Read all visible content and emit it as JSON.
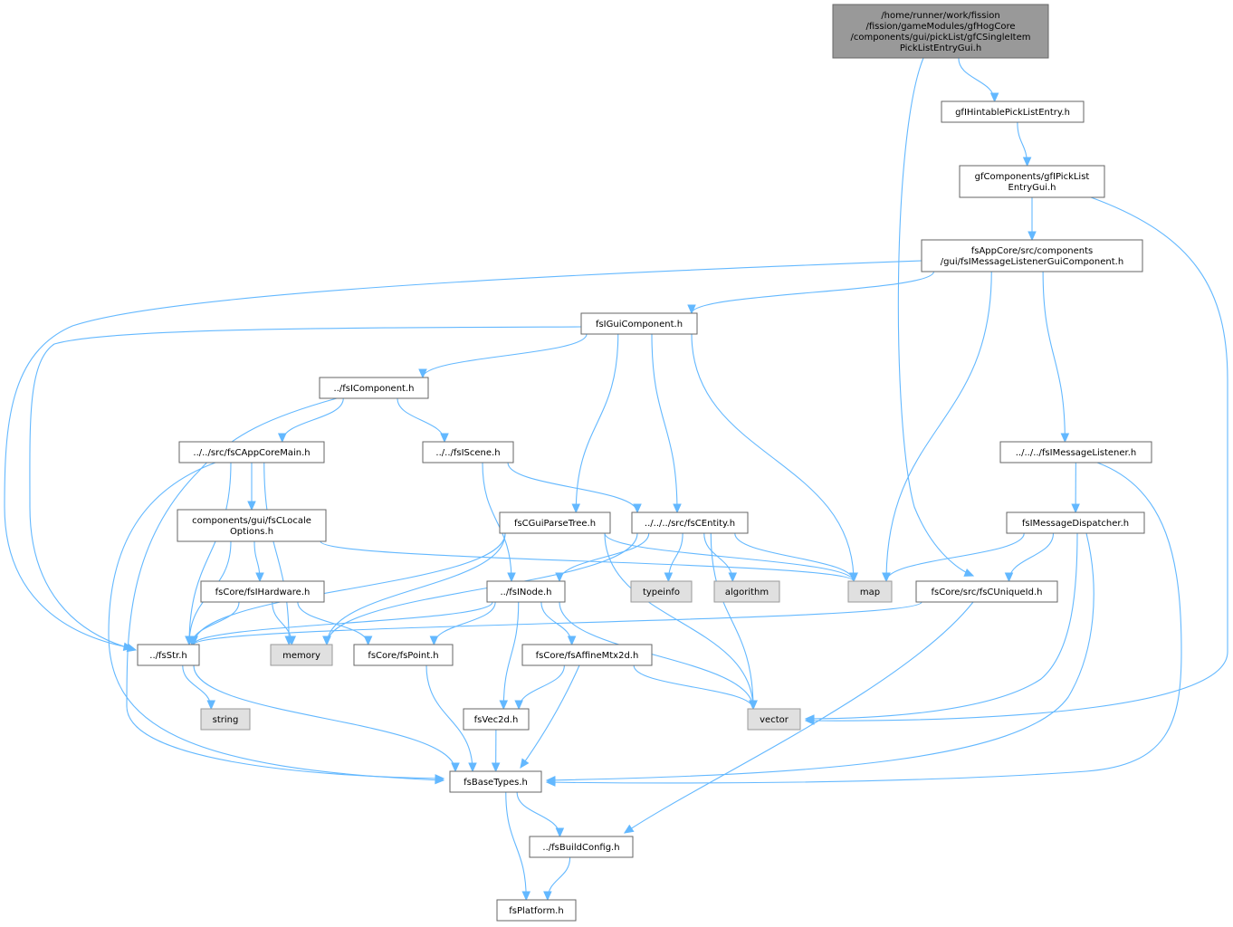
{
  "nodes": [
    {
      "id": "root",
      "lines": [
        "/home/runner/work/fission",
        "/fission/gameModules/gfHogCore",
        "/components/gui/pickList/gfCSingleItem",
        "PickListEntryGui.h"
      ],
      "kind": "root"
    },
    {
      "id": "hintable",
      "lines": [
        "gfIHintablePickListEntry.h"
      ],
      "kind": "file"
    },
    {
      "id": "picklistgui",
      "lines": [
        "gfComponents/gfIPickList",
        "EntryGui.h"
      ],
      "kind": "file"
    },
    {
      "id": "msglistenergui",
      "lines": [
        "fsAppCore/src/components",
        "/gui/fsIMessageListenerGuiComponent.h"
      ],
      "kind": "file"
    },
    {
      "id": "guicomponent",
      "lines": [
        "fsIGuiComponent.h"
      ],
      "kind": "file"
    },
    {
      "id": "icomponent",
      "lines": [
        "../fsIComponent.h"
      ],
      "kind": "file"
    },
    {
      "id": "appcoremain",
      "lines": [
        "../../src/fsCAppCoreMain.h"
      ],
      "kind": "file"
    },
    {
      "id": "iscene",
      "lines": [
        "../../fsIScene.h"
      ],
      "kind": "file"
    },
    {
      "id": "msglistener",
      "lines": [
        "../../../fsIMessageListener.h"
      ],
      "kind": "file"
    },
    {
      "id": "localeoptions",
      "lines": [
        "components/gui/fsCLocale",
        "Options.h"
      ],
      "kind": "file"
    },
    {
      "id": "parsetree",
      "lines": [
        "fsCGuiParseTree.h"
      ],
      "kind": "file"
    },
    {
      "id": "centity",
      "lines": [
        "../../../src/fsCEntity.h"
      ],
      "kind": "file"
    },
    {
      "id": "dispatcher",
      "lines": [
        "fsIMessageDispatcher.h"
      ],
      "kind": "file"
    },
    {
      "id": "hardware",
      "lines": [
        "fsCore/fsIHardware.h"
      ],
      "kind": "file"
    },
    {
      "id": "inode",
      "lines": [
        "../fsINode.h"
      ],
      "kind": "file"
    },
    {
      "id": "typeinfo",
      "lines": [
        "typeinfo"
      ],
      "kind": "sys"
    },
    {
      "id": "algorithm",
      "lines": [
        "algorithm"
      ],
      "kind": "sys"
    },
    {
      "id": "map",
      "lines": [
        "map"
      ],
      "kind": "sys"
    },
    {
      "id": "uniqueid",
      "lines": [
        "fsCore/src/fsCUniqueId.h"
      ],
      "kind": "file"
    },
    {
      "id": "fsstr",
      "lines": [
        "../fsStr.h"
      ],
      "kind": "file"
    },
    {
      "id": "memory",
      "lines": [
        "memory"
      ],
      "kind": "sys"
    },
    {
      "id": "point",
      "lines": [
        "fsCore/fsPoint.h"
      ],
      "kind": "file"
    },
    {
      "id": "affine",
      "lines": [
        "fsCore/fsAffineMtx2d.h"
      ],
      "kind": "file"
    },
    {
      "id": "string",
      "lines": [
        "string"
      ],
      "kind": "sys"
    },
    {
      "id": "vec2d",
      "lines": [
        "fsVec2d.h"
      ],
      "kind": "file"
    },
    {
      "id": "vector",
      "lines": [
        "vector"
      ],
      "kind": "sys"
    },
    {
      "id": "basetypes",
      "lines": [
        "fsBaseTypes.h"
      ],
      "kind": "file"
    },
    {
      "id": "buildconfig",
      "lines": [
        "../fsBuildConfig.h"
      ],
      "kind": "file"
    },
    {
      "id": "platform",
      "lines": [
        "fsPlatform.h"
      ],
      "kind": "file"
    }
  ],
  "edges": [
    [
      "root",
      "hintable"
    ],
    [
      "root",
      "uniqueid"
    ],
    [
      "hintable",
      "picklistgui"
    ],
    [
      "picklistgui",
      "msglistenergui"
    ],
    [
      "picklistgui",
      "vector"
    ],
    [
      "msglistenergui",
      "guicomponent"
    ],
    [
      "msglistenergui",
      "msglistener"
    ],
    [
      "msglistenergui",
      "map"
    ],
    [
      "msglistenergui",
      "fsstr"
    ],
    [
      "guicomponent",
      "icomponent"
    ],
    [
      "guicomponent",
      "parsetree"
    ],
    [
      "guicomponent",
      "centity"
    ],
    [
      "guicomponent",
      "map"
    ],
    [
      "guicomponent",
      "fsstr"
    ],
    [
      "icomponent",
      "appcoremain"
    ],
    [
      "icomponent",
      "iscene"
    ],
    [
      "icomponent",
      "basetypes"
    ],
    [
      "appcoremain",
      "localeoptions"
    ],
    [
      "appcoremain",
      "memory"
    ],
    [
      "appcoremain",
      "fsstr"
    ],
    [
      "appcoremain",
      "basetypes"
    ],
    [
      "iscene",
      "centity"
    ],
    [
      "iscene",
      "inode"
    ],
    [
      "localeoptions",
      "hardware"
    ],
    [
      "localeoptions",
      "fsstr"
    ],
    [
      "localeoptions",
      "map"
    ],
    [
      "parsetree",
      "fsstr"
    ],
    [
      "parsetree",
      "memory"
    ],
    [
      "parsetree",
      "map"
    ],
    [
      "parsetree",
      "vector"
    ],
    [
      "centity",
      "inode"
    ],
    [
      "centity",
      "typeinfo"
    ],
    [
      "centity",
      "algorithm"
    ],
    [
      "centity",
      "map"
    ],
    [
      "centity",
      "memory"
    ],
    [
      "centity",
      "vector"
    ],
    [
      "msglistener",
      "dispatcher"
    ],
    [
      "msglistener",
      "basetypes"
    ],
    [
      "dispatcher",
      "map"
    ],
    [
      "dispatcher",
      "uniqueid"
    ],
    [
      "dispatcher",
      "vector"
    ],
    [
      "dispatcher",
      "basetypes"
    ],
    [
      "hardware",
      "fsstr"
    ],
    [
      "hardware",
      "memory"
    ],
    [
      "hardware",
      "point"
    ],
    [
      "inode",
      "fsstr"
    ],
    [
      "inode",
      "point"
    ],
    [
      "inode",
      "affine"
    ],
    [
      "inode",
      "vec2d"
    ],
    [
      "inode",
      "vector"
    ],
    [
      "uniqueid",
      "fsstr"
    ],
    [
      "uniqueid",
      "buildconfig"
    ],
    [
      "fsstr",
      "string"
    ],
    [
      "fsstr",
      "basetypes"
    ],
    [
      "point",
      "basetypes"
    ],
    [
      "affine",
      "vec2d"
    ],
    [
      "affine",
      "vector"
    ],
    [
      "affine",
      "basetypes"
    ],
    [
      "vec2d",
      "basetypes"
    ],
    [
      "basetypes",
      "buildconfig"
    ],
    [
      "basetypes",
      "platform"
    ],
    [
      "buildconfig",
      "platform"
    ]
  ]
}
